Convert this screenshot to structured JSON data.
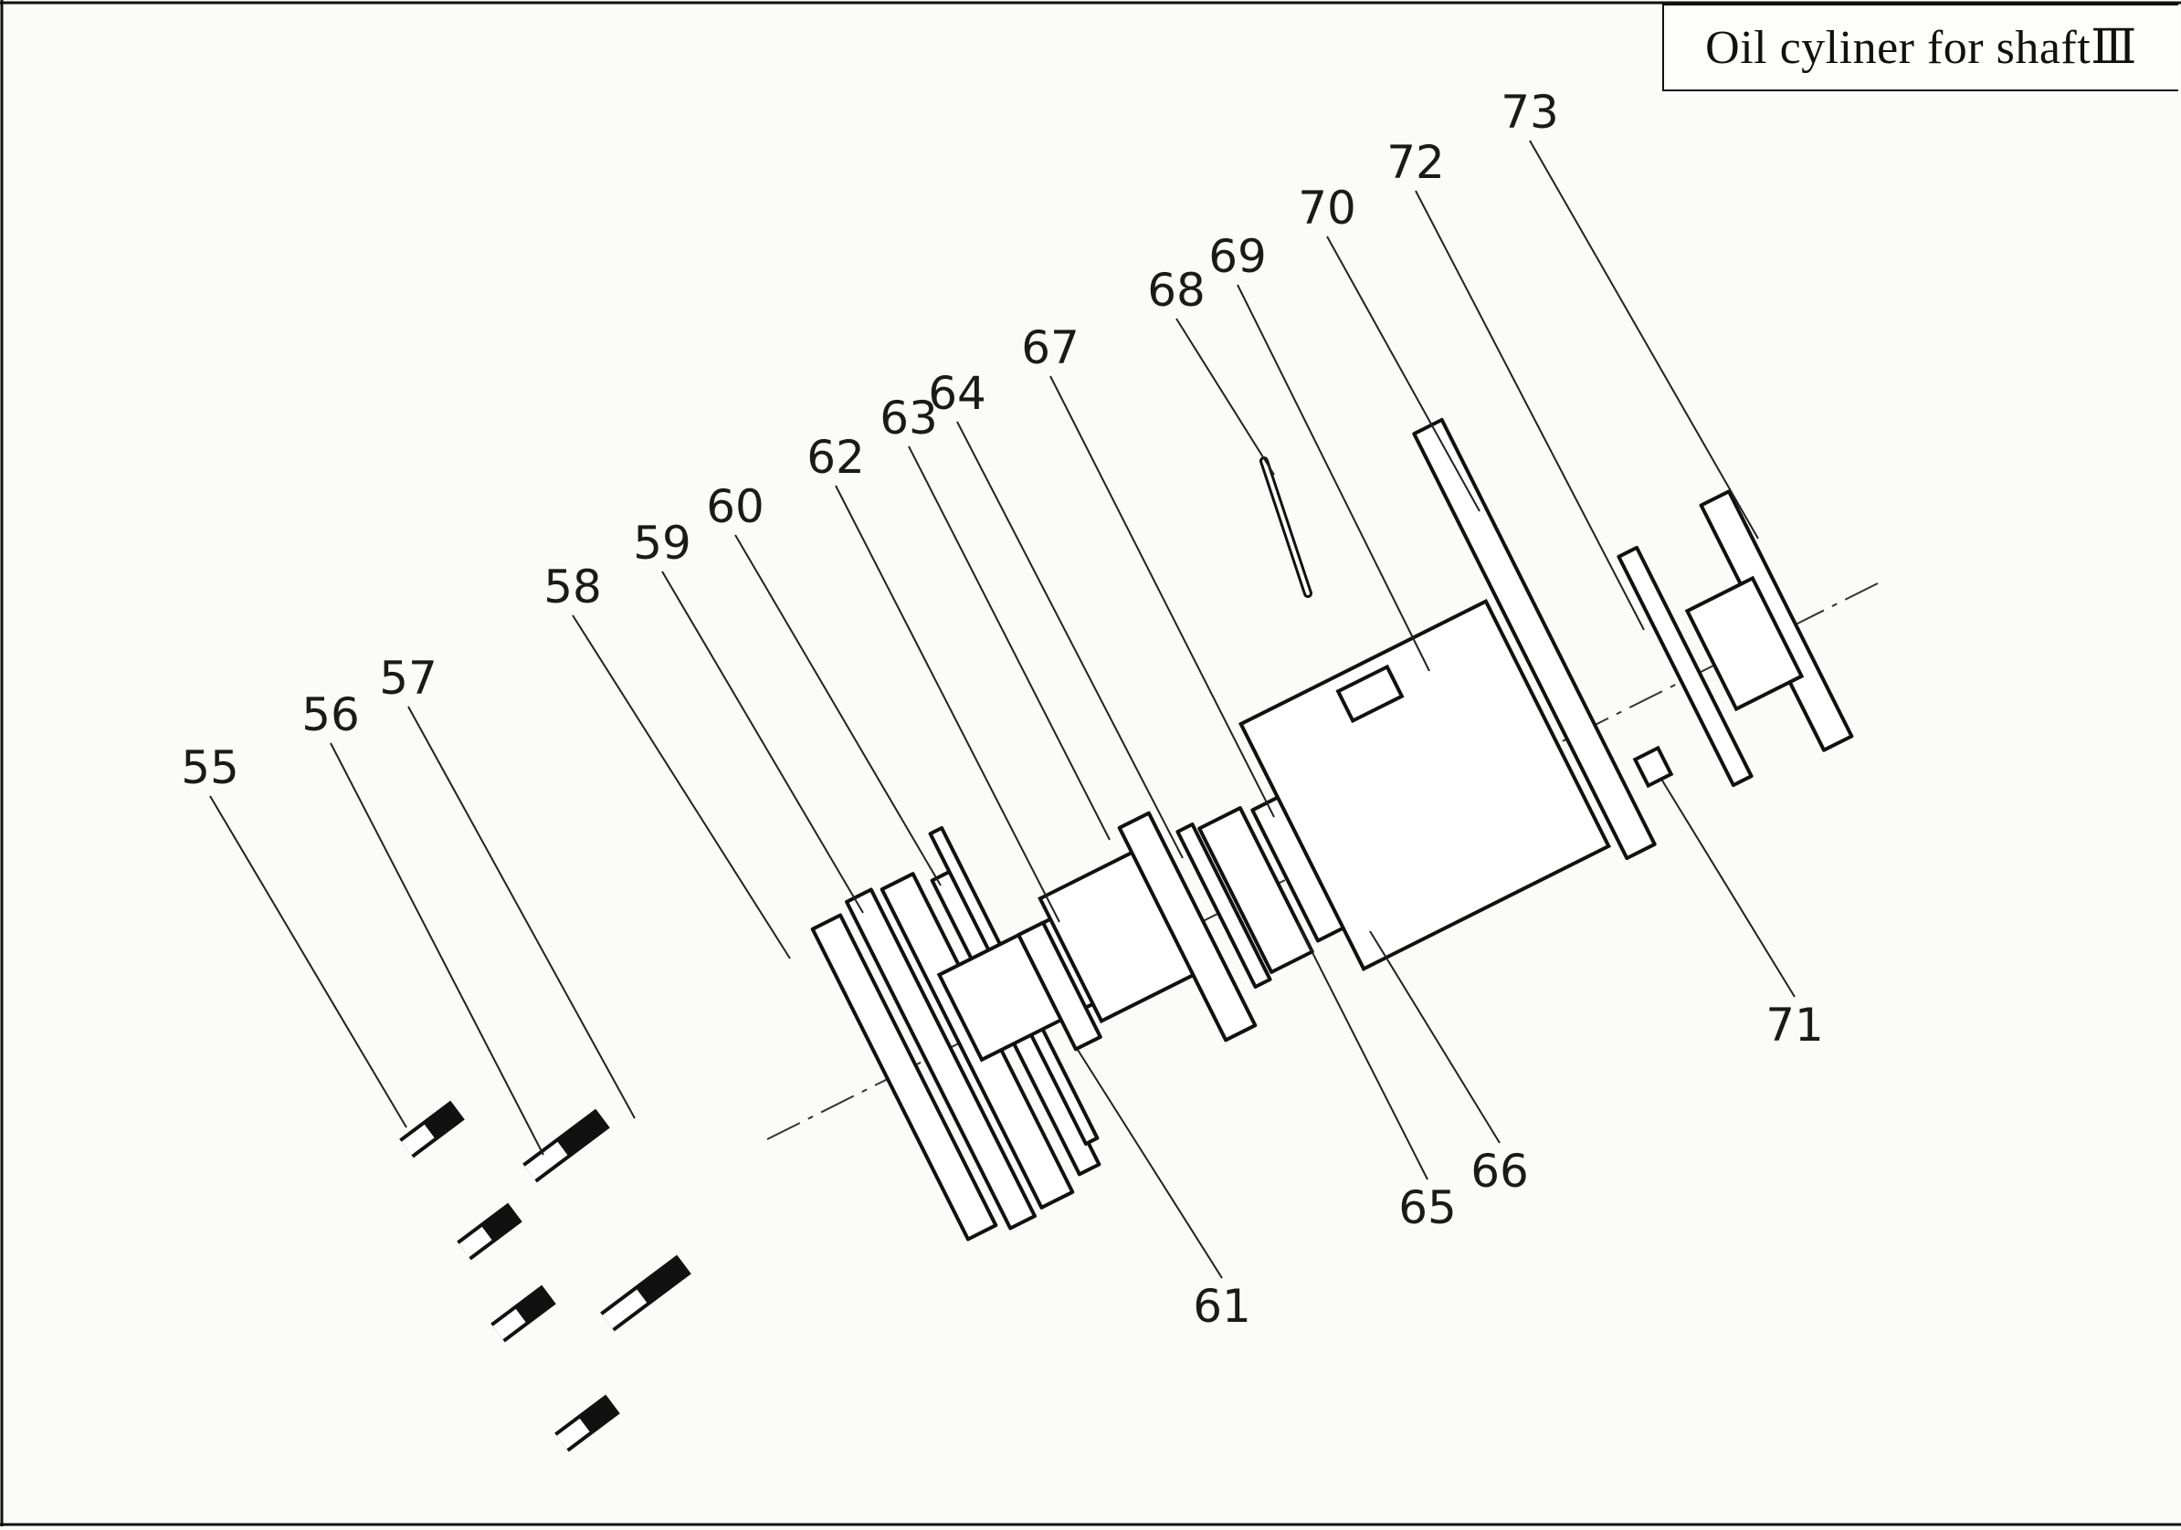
{
  "title": "Oil cyliner for shaftⅢ",
  "colors": {
    "ink": "#111111",
    "paper": "#fbfbf9"
  },
  "parts": [
    {
      "id": "55",
      "label": "55"
    },
    {
      "id": "56",
      "label": "56"
    },
    {
      "id": "57",
      "label": "57"
    },
    {
      "id": "58",
      "label": "58"
    },
    {
      "id": "59",
      "label": "59"
    },
    {
      "id": "60",
      "label": "60"
    },
    {
      "id": "61",
      "label": "61"
    },
    {
      "id": "62",
      "label": "62"
    },
    {
      "id": "63",
      "label": "63"
    },
    {
      "id": "64",
      "label": "64"
    },
    {
      "id": "65",
      "label": "65"
    },
    {
      "id": "66",
      "label": "66"
    },
    {
      "id": "67",
      "label": "67"
    },
    {
      "id": "68",
      "label": "68"
    },
    {
      "id": "69",
      "label": "69"
    },
    {
      "id": "70",
      "label": "70"
    },
    {
      "id": "71",
      "label": "71"
    },
    {
      "id": "72",
      "label": "72"
    },
    {
      "id": "73",
      "label": "73"
    }
  ]
}
